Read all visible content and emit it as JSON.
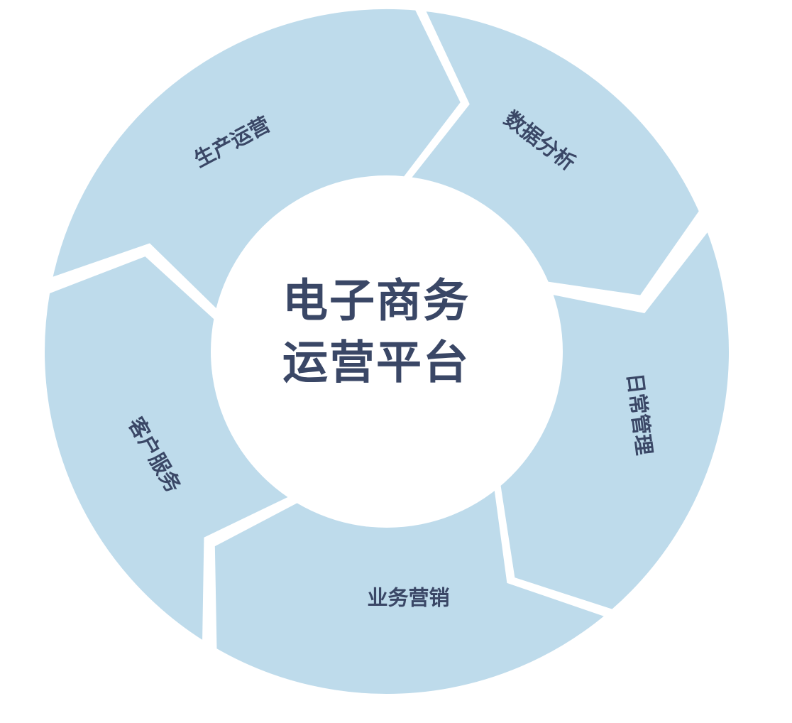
{
  "center": {
    "title_line1": "电子商务",
    "title_line2": "运营平台"
  },
  "segments": [
    {
      "label": "生产运营"
    },
    {
      "label": "数据分析"
    },
    {
      "label": "日常管理"
    },
    {
      "label": "业务营销"
    },
    {
      "label": "客户服务"
    }
  ],
  "colors": {
    "segment_fill": "#bedbeb",
    "text": "#3a4766",
    "background": "#ffffff"
  }
}
